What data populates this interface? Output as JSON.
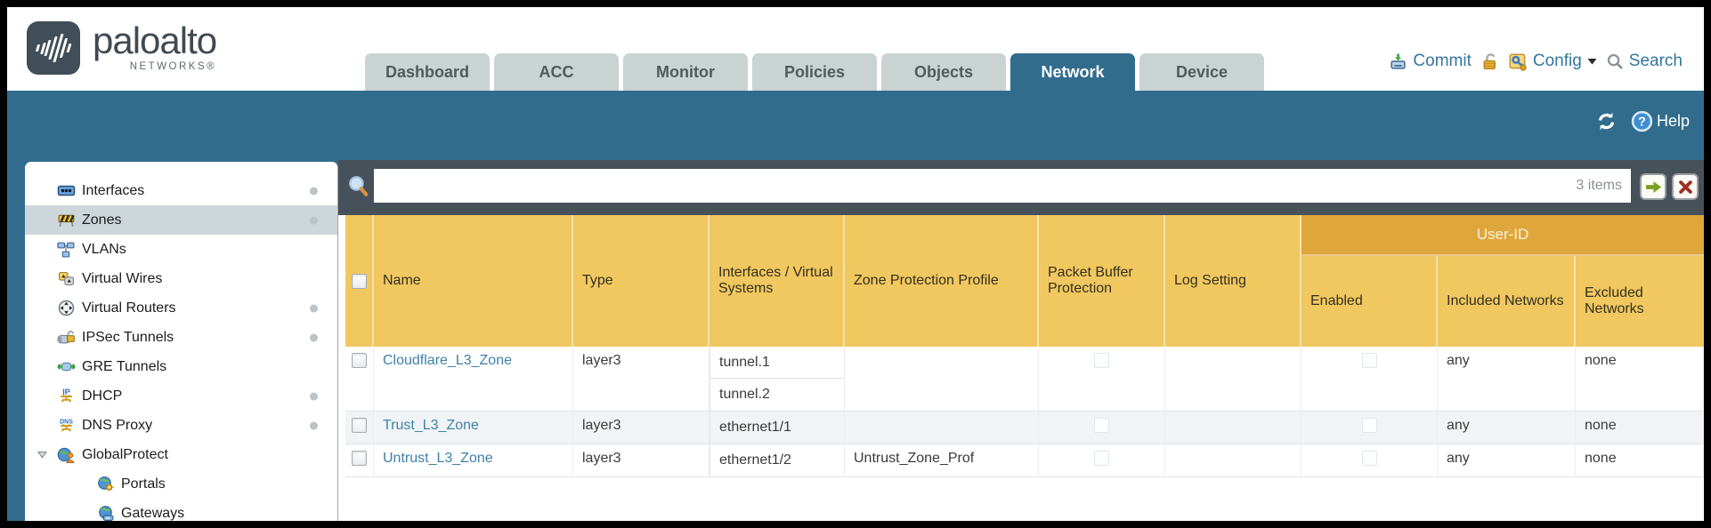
{
  "brand": {
    "name": "paloalto",
    "sub": "NETWORKS®"
  },
  "nav": {
    "tabs": [
      {
        "label": "Dashboard",
        "active": false
      },
      {
        "label": "ACC",
        "active": false
      },
      {
        "label": "Monitor",
        "active": false
      },
      {
        "label": "Policies",
        "active": false
      },
      {
        "label": "Objects",
        "active": false
      },
      {
        "label": "Network",
        "active": true
      },
      {
        "label": "Device",
        "active": false
      }
    ],
    "actions": {
      "commit": "Commit",
      "config": "Config",
      "search": "Search"
    }
  },
  "band": {
    "help_label": "Help"
  },
  "sidebar": {
    "items": [
      {
        "label": "Interfaces",
        "icon": "interfaces-icon",
        "dot": true,
        "selected": false,
        "child": false,
        "expander": false
      },
      {
        "label": "Zones",
        "icon": "zones-icon",
        "dot": true,
        "selected": true,
        "child": false,
        "expander": false
      },
      {
        "label": "VLANs",
        "icon": "vlans-icon",
        "dot": false,
        "selected": false,
        "child": false,
        "expander": false
      },
      {
        "label": "Virtual Wires",
        "icon": "virtual-wires-icon",
        "dot": false,
        "selected": false,
        "child": false,
        "expander": false
      },
      {
        "label": "Virtual Routers",
        "icon": "virtual-routers-icon",
        "dot": true,
        "selected": false,
        "child": false,
        "expander": false
      },
      {
        "label": "IPSec Tunnels",
        "icon": "ipsec-tunnels-icon",
        "dot": true,
        "selected": false,
        "child": false,
        "expander": false
      },
      {
        "label": "GRE Tunnels",
        "icon": "gre-tunnels-icon",
        "dot": false,
        "selected": false,
        "child": false,
        "expander": false
      },
      {
        "label": "DHCP",
        "icon": "dhcp-icon",
        "dot": true,
        "selected": false,
        "child": false,
        "expander": false
      },
      {
        "label": "DNS Proxy",
        "icon": "dns-proxy-icon",
        "dot": true,
        "selected": false,
        "child": false,
        "expander": false
      },
      {
        "label": "GlobalProtect",
        "icon": "globalprotect-icon",
        "dot": false,
        "selected": false,
        "child": false,
        "expander": true
      },
      {
        "label": "Portals",
        "icon": "portals-icon",
        "dot": false,
        "selected": false,
        "child": true,
        "expander": false
      },
      {
        "label": "Gateways",
        "icon": "gateways-icon",
        "dot": false,
        "selected": false,
        "child": true,
        "expander": false
      }
    ]
  },
  "toolbar": {
    "items_count": "3 items"
  },
  "table": {
    "select_all_checked": false,
    "plain_columns": [
      "Name",
      "Type",
      "Interfaces / Virtual Systems",
      "Zone Protection Profile",
      "Packet Buffer Protection",
      "Log Setting"
    ],
    "group": {
      "label": "User-ID",
      "columns": [
        "Enabled",
        "Included Networks",
        "Excluded Networks"
      ]
    },
    "rows": [
      {
        "selected": false,
        "name": "Cloudflare_L3_Zone",
        "type": "layer3",
        "interfaces": [
          "tunnel.1",
          "tunnel.2"
        ],
        "zone_protection_profile": "",
        "packet_buffer_protection": false,
        "log_setting": "",
        "user_id_enabled": false,
        "included_networks": "any",
        "excluded_networks": "none"
      },
      {
        "selected": false,
        "name": "Trust_L3_Zone",
        "type": "layer3",
        "interfaces": [
          "ethernet1/1"
        ],
        "zone_protection_profile": "",
        "packet_buffer_protection": false,
        "log_setting": "",
        "user_id_enabled": false,
        "included_networks": "any",
        "excluded_networks": "none"
      },
      {
        "selected": false,
        "name": "Untrust_L3_Zone",
        "type": "layer3",
        "interfaces": [
          "ethernet1/2"
        ],
        "zone_protection_profile": "Untrust_Zone_Prof",
        "packet_buffer_protection": false,
        "log_setting": "",
        "user_id_enabled": false,
        "included_networks": "any",
        "excluded_networks": "none"
      }
    ]
  },
  "colors": {
    "accent_teal": "#326c8c",
    "header_gold": "#f1c75f",
    "group_gold": "#dfa63c",
    "link_blue": "#3e81a6",
    "tab_inactive_bg": "#c9d3d1",
    "toolbar_dark": "#47515a",
    "selected_item_bg": "#cdd6da",
    "action_link_blue": "#34759e"
  }
}
